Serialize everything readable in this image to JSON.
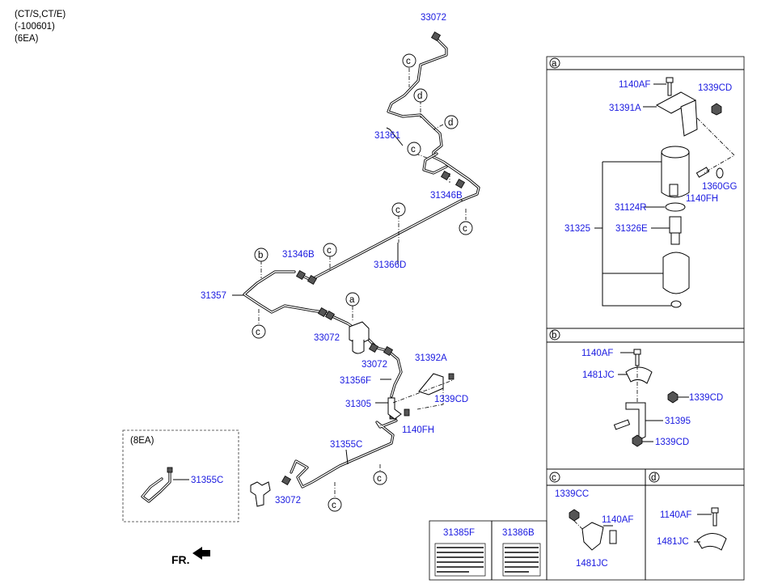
{
  "header": {
    "line1": "(CT/S,CT/E)",
    "line2": "(-100601)",
    "line3": "(6EA)"
  },
  "main_labels": {
    "p33072_top": "33072",
    "p31361": "31361",
    "p31346B_a": "31346B",
    "p31346B_b": "31346B",
    "p31366D": "31366D",
    "p31357": "31357",
    "p33072_mid": "33072",
    "p33072_mid2": "33072",
    "p31392A": "31392A",
    "p31356F": "31356F",
    "p31305": "31305",
    "p1339CD": "1339CD",
    "p1140FH": "1140FH",
    "p31355C": "31355C",
    "p33072_bot": "33072"
  },
  "callouts": {
    "a": "a",
    "b": "b",
    "c": "c",
    "d": "d"
  },
  "inset_8ea": {
    "title": "(8EA)",
    "part": "31355C"
  },
  "fr_label": "FR.",
  "panel_a": {
    "letter": "a",
    "p1140AF": "1140AF",
    "p1339CD": "1339CD",
    "p31391A": "31391A",
    "p1360GG": "1360GG",
    "p1140FH": "1140FH",
    "p31124R": "31124R",
    "p31325": "31325",
    "p31326E": "31326E"
  },
  "panel_b": {
    "letter": "b",
    "p1140AF": "1140AF",
    "p1481JC": "1481JC",
    "p1339CD_a": "1339CD",
    "p31395": "31395",
    "p1339CD_b": "1339CD"
  },
  "panel_c": {
    "letter": "c",
    "p1339CC": "1339CC",
    "p1140AF": "1140AF",
    "p1481JC": "1481JC"
  },
  "panel_d": {
    "letter": "d",
    "p1140AF": "1140AF",
    "p1481JC": "1481JC"
  },
  "labels_table": {
    "p31385F": "31385F",
    "p31386B": "31386B"
  }
}
